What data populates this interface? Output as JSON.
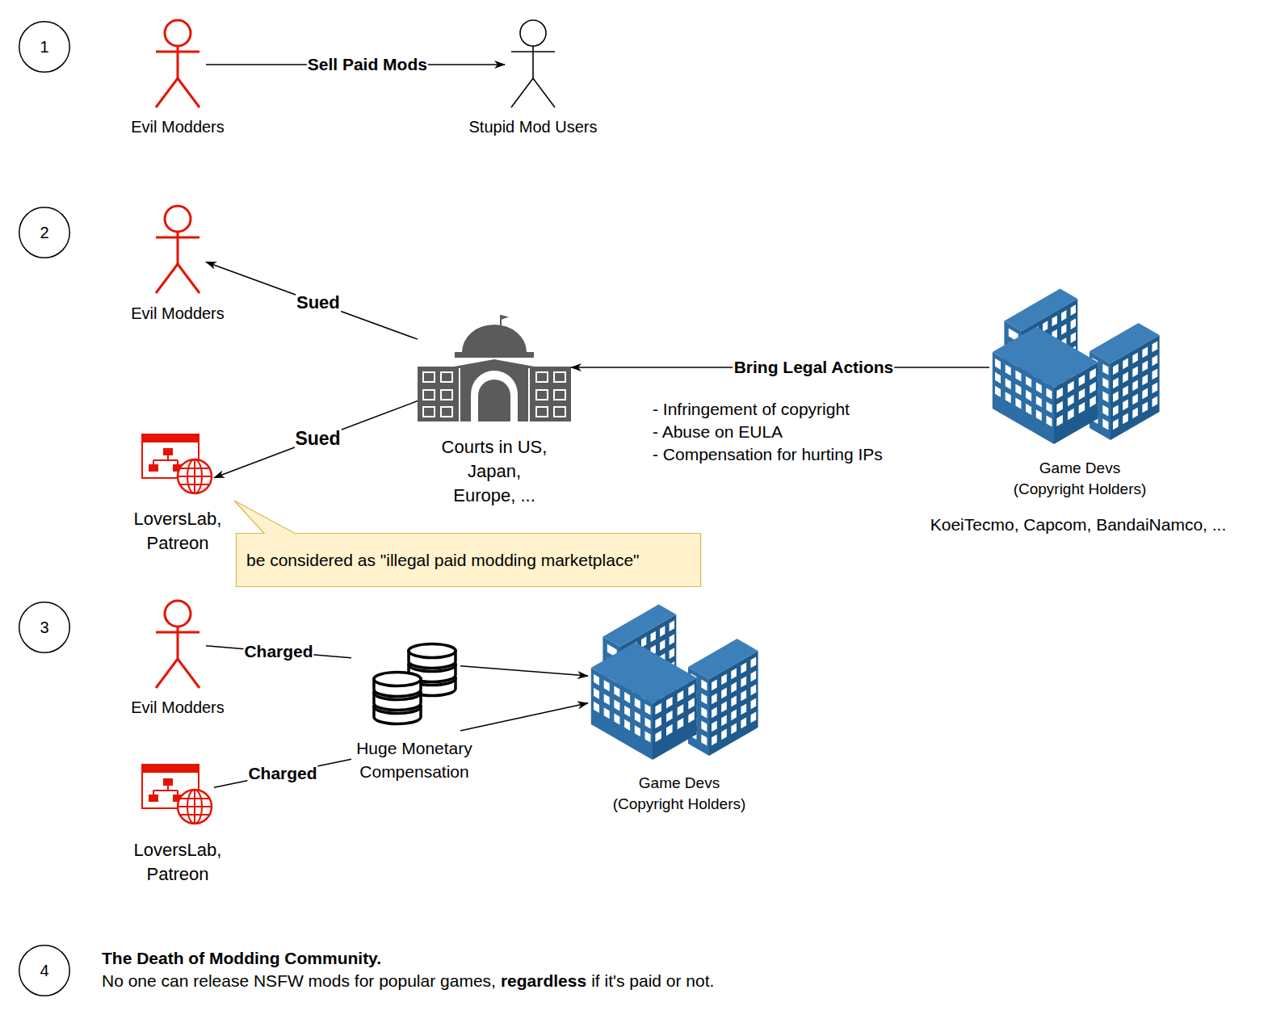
{
  "diagram": {
    "nodes": [
      {
        "text": [
          "1"
        ]
      },
      {
        "text": [
          "Evil Modders"
        ]
      },
      {
        "text": [
          "Stupid Mod Users"
        ]
      },
      {
        "text": [
          "2"
        ]
      },
      {
        "text": [
          "Evil Modders"
        ]
      },
      {
        "text": [
          "Courts in US, Japan, Europe, ..."
        ]
      },
      {
        "text": [
          "Game Devs (Copyright Holders)",
          "KoeiTecmo, Capcom, BandaiNamco, ..."
        ]
      },
      {
        "text": [
          "LoversLab, Patreon"
        ]
      },
      {
        "text": [
          "be considered as \"illegal paid modding marketplace\""
        ]
      },
      {
        "text": [
          "3"
        ]
      },
      {
        "text": [
          "Evil Modders"
        ]
      },
      {
        "text": [
          "Huge Monetary Compensation"
        ]
      },
      {
        "text": [
          "Game Devs (Copyright Holders)"
        ]
      },
      {
        "text": [
          "LoversLab, Patreon"
        ]
      },
      {
        "text": [
          "4"
        ]
      }
    ],
    "edges": [
      {
        "from": 1,
        "to": 2,
        "label": "Sell Paid Mods",
        "arrow": "to"
      },
      {
        "from": 5,
        "to": 4,
        "label": "Sued",
        "arrow": "to"
      },
      {
        "from": 5,
        "to": 7,
        "label": "Sued",
        "arrow": "to"
      },
      {
        "from": 6,
        "to": 5,
        "label": "Bring Legal Actions",
        "arrow": "to"
      },
      {
        "from": 10,
        "to": 11,
        "label": "Charged",
        "arrow": "none"
      },
      {
        "from": 13,
        "to": 11,
        "label": "Charged",
        "arrow": "none"
      },
      {
        "from": 11,
        "to": 12,
        "arrow": "to"
      },
      {
        "from": 11,
        "to": 12,
        "arrow": "to"
      }
    ],
    "labels": [
      "- Infringement of copyright",
      "- Abuse on EULA",
      "- Compensation for hurting IPs",
      "The Death of Modding Community.",
      "No one can release NSFW mods for popular games,",
      "regardless",
      "if it's paid or not."
    ]
  }
}
